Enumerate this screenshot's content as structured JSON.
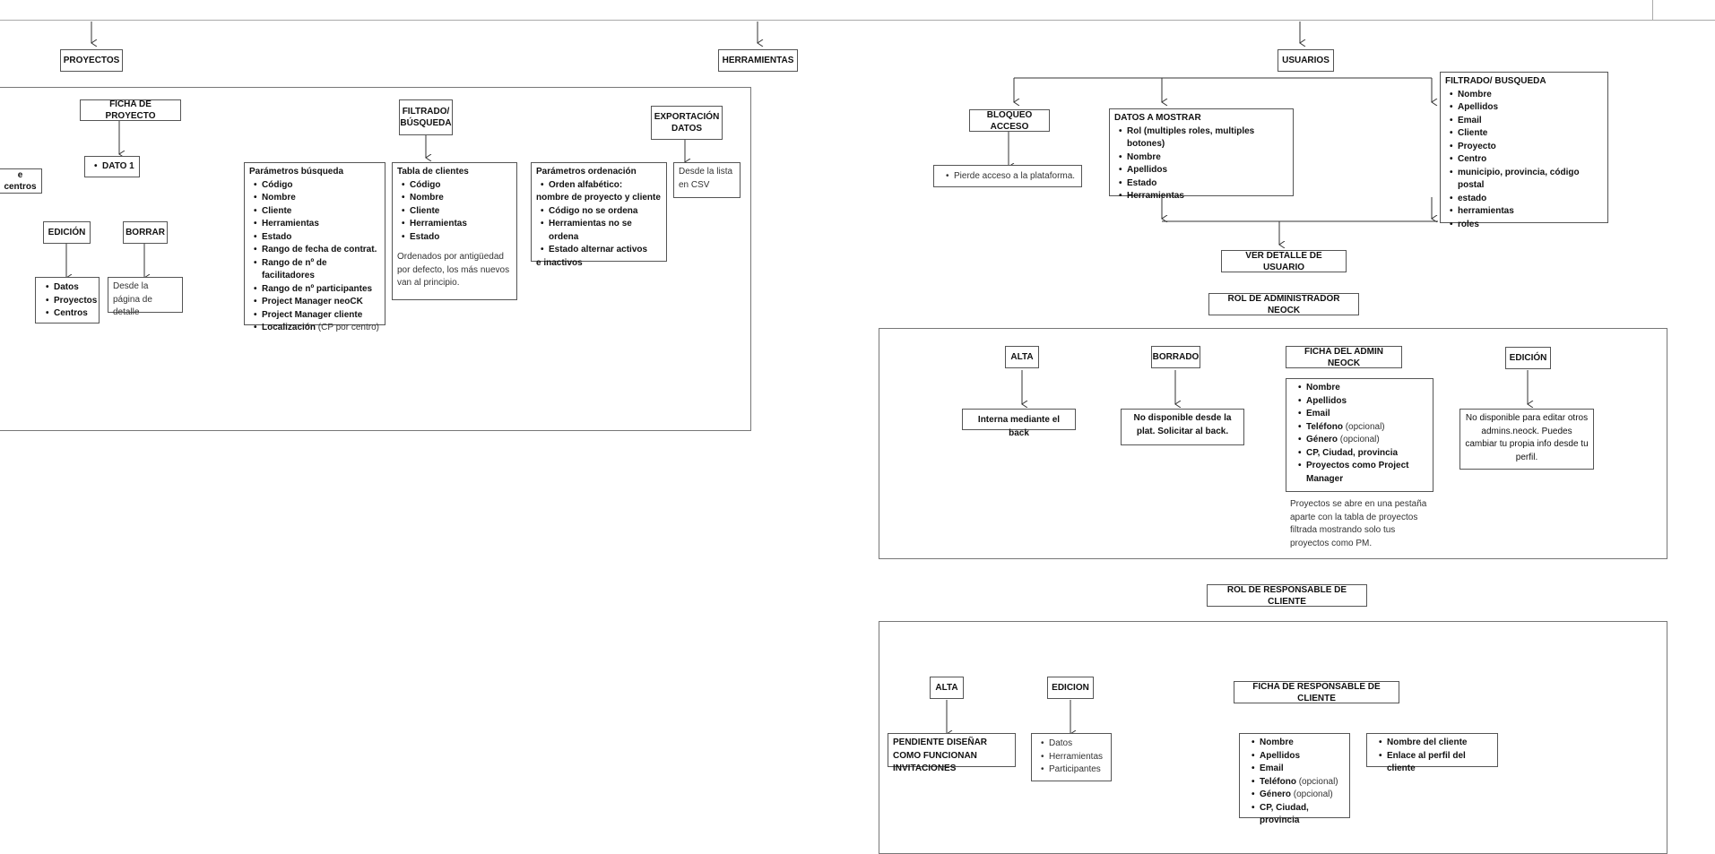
{
  "top_nodes": {
    "proyectos": "PROYECTOS",
    "herramientas": "HERRAMIENTAS",
    "usuarios": "USUARIOS"
  },
  "proyectos_section": {
    "centros_fragment": "e centros",
    "ficha_proyecto": "FICHA DE PROYECTO",
    "dato1": "DATO 1",
    "edicion": "EDICIÓN",
    "borrar": "BORRAR",
    "edicion_items": [
      "Datos",
      "Proyectos",
      "Centros"
    ],
    "borrar_note": "Desde la página de detalle",
    "parametros_busqueda": {
      "title": "Parámetros búsqueda",
      "items": [
        "Código",
        "Nombre",
        "Cliente",
        "Herramientas",
        "Estado",
        "Rango de fecha de contrat.",
        "Rango de nº de facilitadores",
        "Rango de nº participantes",
        "Project Manager neoCK",
        "Project Manager cliente"
      ],
      "last_item_bold": "Localización",
      "last_item_rest": " (CP por centro)"
    },
    "filtrado_busqueda": "FILTRADO/ BÚSQUEDA",
    "tabla_clientes": {
      "title": "Tabla de clientes",
      "items": [
        "Código",
        "Nombre",
        "Cliente",
        "Herramientas",
        "Estado"
      ],
      "note": "Ordenados por antigüedad por defecto, los más nuevos van al principio."
    },
    "parametros_ordenacion": {
      "title": "Parámetros ordenación",
      "first_item": "Orden alfabético:",
      "first_item_cont": "nombre de proyecto y cliente",
      "items": [
        "Código no se ordena",
        "Herramientas no se ordena",
        "Estado alternar activos"
      ],
      "last_line": "e inactivos"
    },
    "exportacion_datos": "EXPORTACIÓN DATOS",
    "exportacion_note": "Desde la lista en CSV"
  },
  "usuarios_section": {
    "bloqueo_acceso": "BLOQUEO ACCESO",
    "bloqueo_note": "Pierde acceso a la plataforma.",
    "datos_mostrar": {
      "title": "DATOS A MOSTRAR",
      "items": [
        "Rol (multiples roles, multiples botones)",
        "Nombre",
        "Apellidos",
        "Estado",
        "Herramientas"
      ]
    },
    "filtrado_busqueda": {
      "title": "FILTRADO/ BUSQUEDA",
      "items": [
        "Nombre",
        "Apellidos",
        "Email",
        "Cliente",
        "Proyecto",
        "Centro",
        "municipio, provincia, código postal",
        "estado",
        "herramientas",
        "roles"
      ]
    },
    "ver_detalle": "VER DETALLE DE USUARIO",
    "rol_admin": "ROL DE ADMINISTRADOR NEOCK",
    "admin": {
      "alta": "ALTA",
      "alta_note": "Interna mediante el back",
      "borrado": "BORRADO",
      "borrado_note": "No disponible desde la plat. Solicitar al back.",
      "ficha": "FICHA DEL ADMIN NEOCK",
      "ficha_items": [
        "Nombre",
        "Apellidos",
        "Email"
      ],
      "ficha_telefono": "Teléfono",
      "ficha_genero": "Género",
      "opcional": " (opcional)",
      "ficha_items2": [
        "CP, Ciudad, provincia",
        "Proyectos como Project Manager"
      ],
      "ficha_note": "Proyectos se abre en una pestaña aparte con la tabla de proyectos filtrada mostrando solo tus proyectos como PM.",
      "edicion": "EDICIÓN",
      "edicion_note": "No disponible para editar otros admins.neock. Puedes cambiar tu propia info desde tu perfil."
    },
    "rol_responsable": "ROL DE RESPONSABLE DE CLIENTE",
    "responsable": {
      "alta": "ALTA",
      "alta_note": "PENDIENTE DISEÑAR COMO FUNCIONAN INVITACIONES",
      "edicion": "EDICION",
      "edicion_items": [
        "Datos",
        "Herramientas",
        "Participantes"
      ],
      "ficha": "FICHA DE RESPONSABLE DE CLIENTE",
      "ficha_items": [
        "Nombre",
        "Apellidos",
        "Email"
      ],
      "ficha_telefono": "Teléfono",
      "ficha_genero": "Género",
      "opcional": " (opcional)",
      "ficha_last": "CP, Ciudad, provincia",
      "cliente_items": [
        "Nombre del cliente",
        "Enlace al perfil del cliente"
      ]
    }
  }
}
